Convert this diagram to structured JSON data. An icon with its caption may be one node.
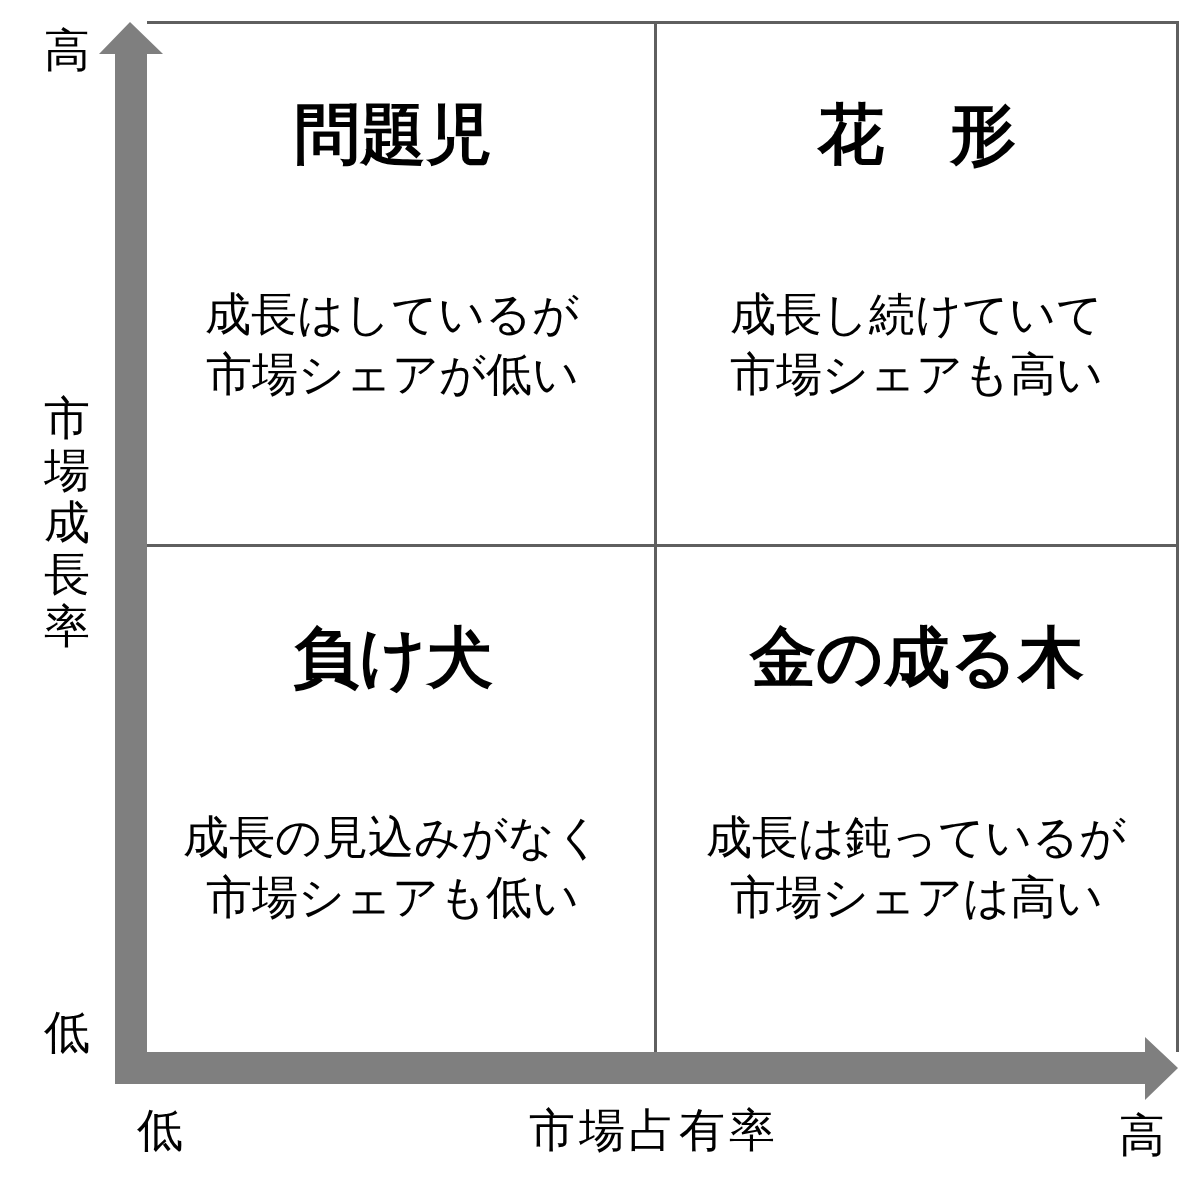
{
  "diagram": {
    "nodes": [
      {
        "text": [
          "問題児",
          "成長はしているが市場シェアが低い"
        ]
      },
      {
        "text": [
          "花　形",
          "成長し続けていて市場シェアも高い"
        ]
      },
      {
        "text": [
          "負け犬",
          "成長の見込みがなく市場シェアも低い"
        ]
      },
      {
        "text": [
          "金の成る木",
          "成長は鈍っているが市場シェアは高い"
        ]
      }
    ],
    "labels": [
      "高",
      "市場成長率",
      "低",
      "低",
      "市場占有率",
      "高"
    ]
  }
}
